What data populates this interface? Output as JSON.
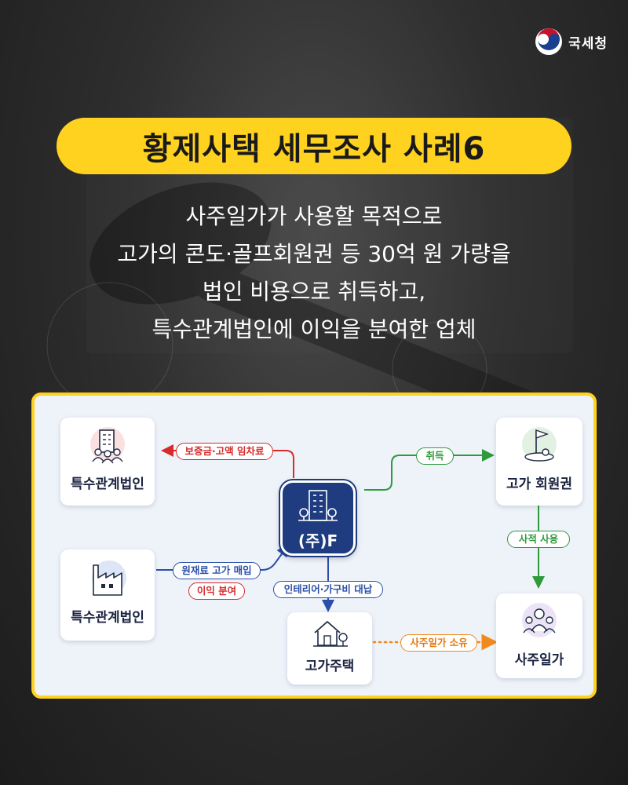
{
  "header": {
    "org_name": "국세청",
    "logo_icon": "taegeuk-logo-icon"
  },
  "title": "황제사택 세무조사 사례6",
  "description": [
    "사주일가가 사용할 목적으로",
    "고가의 콘도·골프회원권 등 30억 원 가량을",
    "법인 비용으로 취득하고,",
    "특수관계법인에 이익을 분여한 업체"
  ],
  "diagram": {
    "center": {
      "label": "(주)F",
      "icon": "office-building-icon"
    },
    "nodes": {
      "related_top": {
        "label": "특수관계법인",
        "icon": "building-people-icon"
      },
      "related_bottom": {
        "label": "특수관계법인",
        "icon": "factory-icon"
      },
      "membership": {
        "label": "고가 회원권",
        "icon": "golf-flag-icon"
      },
      "owner_family": {
        "label": "사주일가",
        "icon": "people-group-icon"
      },
      "house": {
        "label": "고가주택",
        "icon": "house-icon"
      }
    },
    "edges": {
      "deposit": "보증금·고액 임차료",
      "acquire": "취득",
      "private_use": "사적 사용",
      "raw_material": "원재료 고가 매입",
      "profit_share": "이익 분여",
      "interior": "인테리어·가구비 대납",
      "ownership": "사주일가 소유"
    },
    "colors": {
      "red": "#d62c2c",
      "green": "#2e9a3a",
      "blue": "#2b4fa8",
      "orange": "#f08a1c",
      "accent": "#ffd21f",
      "navy": "#1f3c80"
    }
  }
}
